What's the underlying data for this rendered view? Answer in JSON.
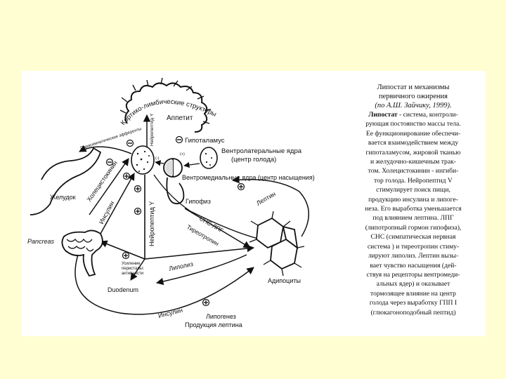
{
  "slide": {
    "background": "#fffed2",
    "card_background": "#ffffff"
  },
  "diagram": {
    "labels": {
      "cortex": "Кортико-лимбические структуры",
      "appetite": "Аппетит",
      "npy_vertical": "Нейропептид Y",
      "hypothalamus": "Гипоталамус",
      "parasympathetic": "Парасимпатические эфференты",
      "vl_nuclei": "Вентролатеральные ядра",
      "hunger_center": "(центр голода)",
      "vm_nuclei": "Вентромедиальные ядра (центр насыщения)",
      "cholecystokinin": "Холецистокинин",
      "insulin_upper": "Инсулин",
      "stomach": "Желудок",
      "leptin": "Лептин",
      "pituitary": "Гипофиз",
      "npy_vertical_lower": "Нейропептид Y",
      "sns_lpg": "СНС-ЛПГ",
      "thyrotropin": "Тиреотропин",
      "pancreas": "Pancreas",
      "motility": [
        "Усиление",
        "перистальт.",
        "активности"
      ],
      "lipolysis": "Липолиз",
      "adipocytes": "Адипоциты",
      "duodenum": "Duodenum",
      "insulin_lower": "Инсулин",
      "lipogenesis": "Липогенез",
      "leptin_production": "Продукция лептина",
      "small_a": "(-)",
      "small_b": "(+)"
    }
  },
  "caption": {
    "title_lines": [
      "Липостат и механизмы",
      "первичного ожирения",
      "(по А.Ш. Зайчику, 1999)."
    ],
    "lead_bold": "Липостат",
    "lead_rest": " - система, контроли-",
    "body_lines": [
      "рующая постоянство массы тела.",
      "Ее функционирование обеспечи-",
      "вается взаимодействием между",
      "гипоталамусом, жировой тканью",
      "и желудочно-кишечным трак-",
      "том. Холецистокинин - ингиби-",
      "тор голода. Нейропептид V",
      "стимулирует поиск пищи,",
      "продукцию инсулина и липоге-",
      "неза. Его выработка уменьшается",
      "под влиянием лептина. ЛПГ",
      "(липотропный гормон гипофиза),",
      "СНС (симпатическая нервная",
      "система ) и тиреотропин стиму-",
      "лируют липолиз. Лептин вызы-",
      "вает чувство насыщения (дей-",
      "ствуя на рецепторы вентромеди-",
      "альных ядер) и оказывает",
      "тормозящее влияние на центр",
      "голода через выработку ГПП I",
      "(глюкагоноподобный пептид)"
    ]
  }
}
